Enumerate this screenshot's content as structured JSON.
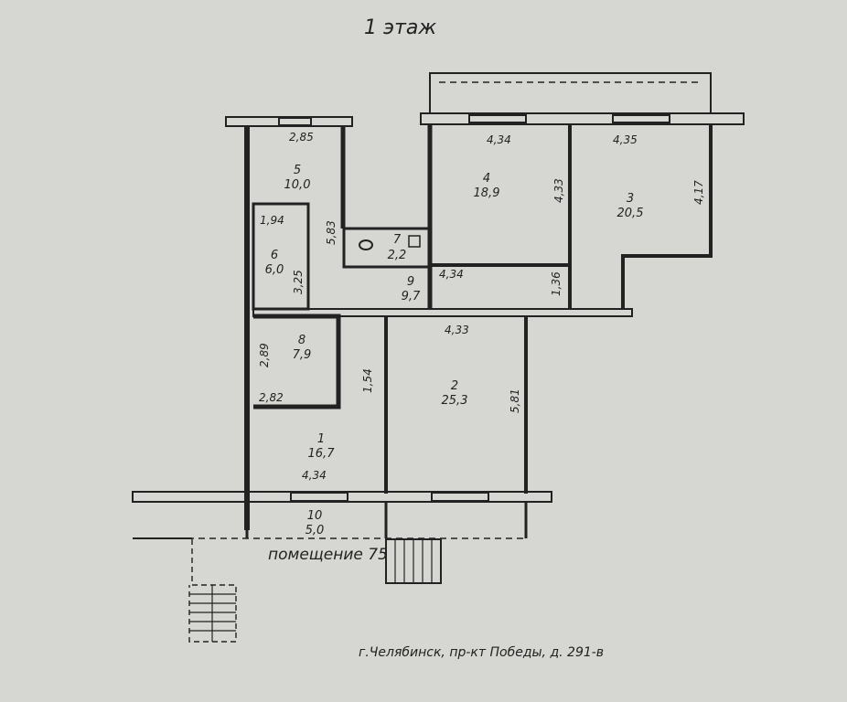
{
  "title": "1 этаж",
  "address": "г.Челябинск, пр-кт Победы, д. 291-в",
  "premises_label": "помещение 75",
  "rooms": [
    {
      "num": "1",
      "area": "16,7"
    },
    {
      "num": "2",
      "area": "25,3"
    },
    {
      "num": "3",
      "area": "20,5"
    },
    {
      "num": "4",
      "area": "18,9"
    },
    {
      "num": "5",
      "area": "10,0"
    },
    {
      "num": "6",
      "area": "6,0"
    },
    {
      "num": "7",
      "area": "2,2"
    },
    {
      "num": "8",
      "area": "7,9"
    },
    {
      "num": "9",
      "area": "9,7"
    },
    {
      "num": "10",
      "area": "5,0"
    }
  ],
  "dimensions": {
    "r5_top": "2,85",
    "r4_top": "4,34",
    "r3_top": "4,35",
    "r4_side": "4,33",
    "r3_side": "4,17",
    "r6_top": "1,94",
    "r5_side": "5,83",
    "r6_side": "3,25",
    "r9_len": "4,34",
    "r9_side": "1,36",
    "r2_top": "4,33",
    "r8_side": "2,89",
    "r8_bottom": "2,82",
    "corridor": "1,54",
    "r2_side": "5,81",
    "r1_bottom": "4,34"
  },
  "colors": {
    "paper": "#d6d6d2",
    "ink": "#222222"
  }
}
